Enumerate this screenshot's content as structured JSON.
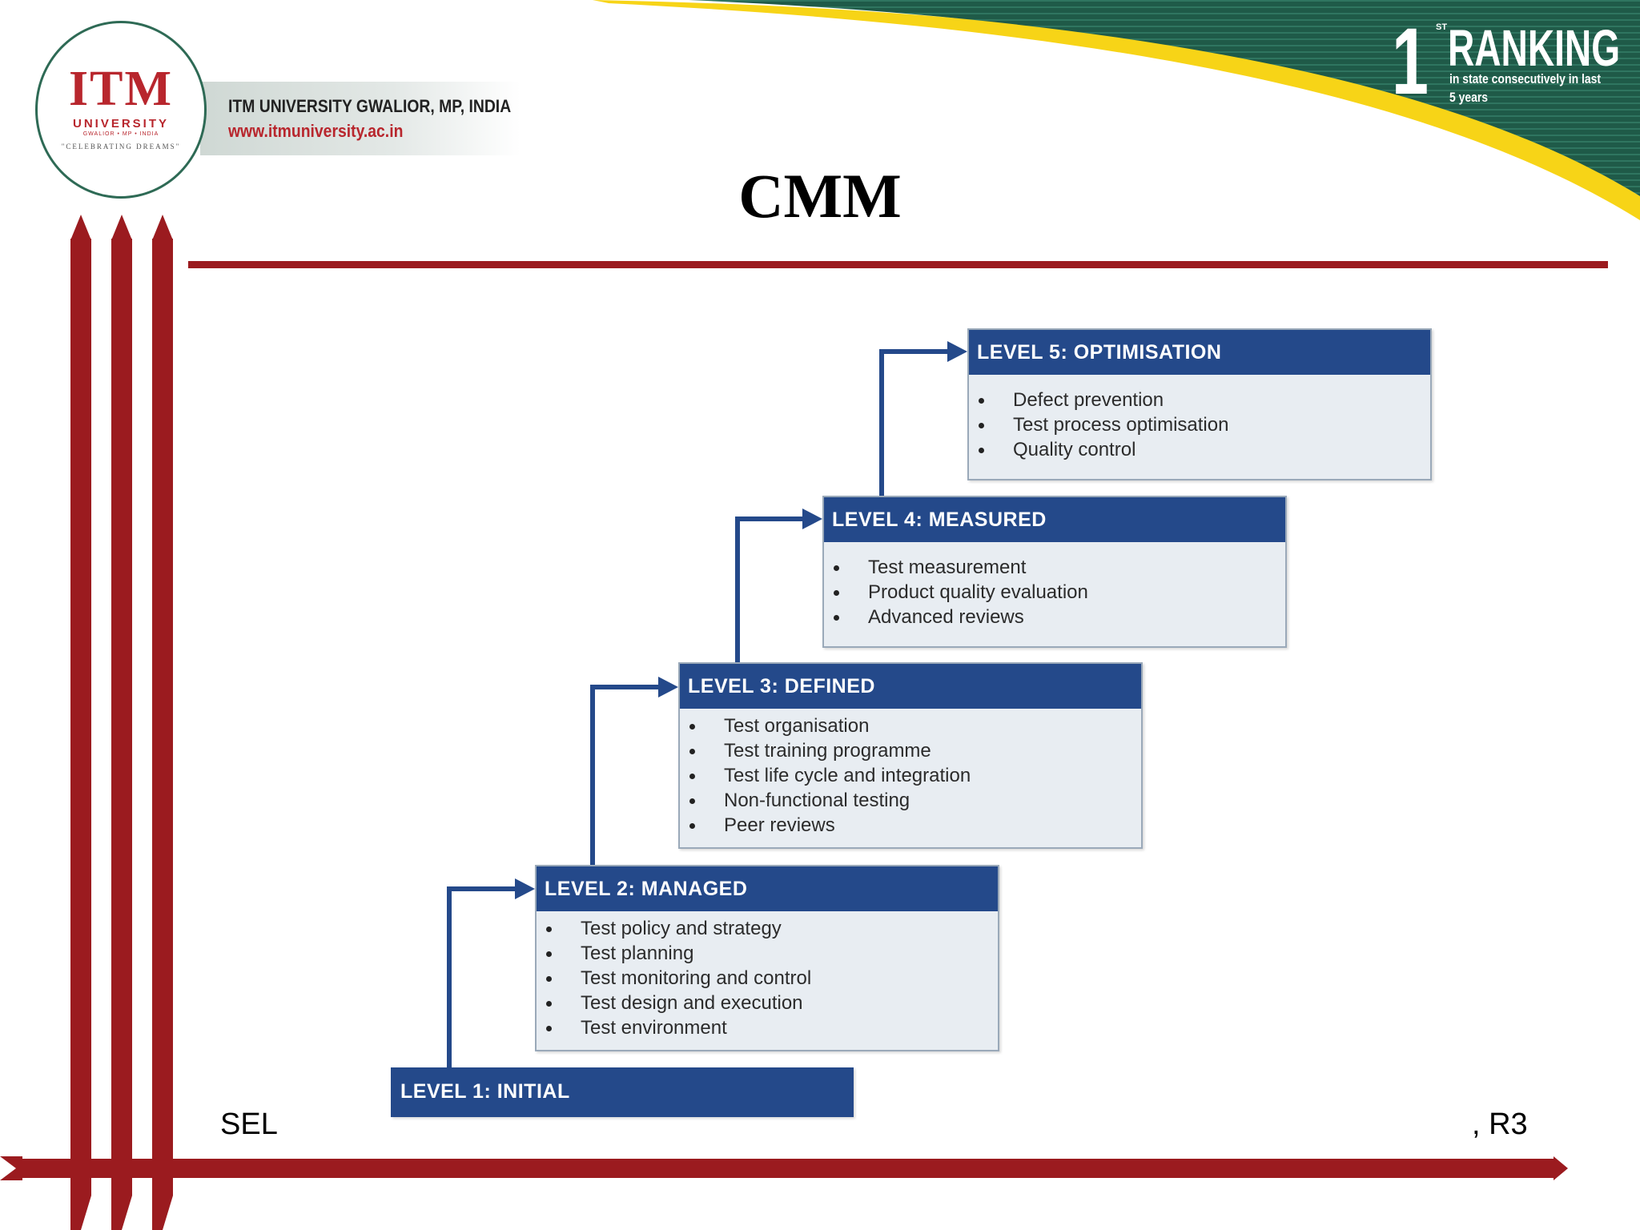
{
  "header": {
    "logo": {
      "wordmark": "ITM",
      "subtitle": "UNIVERSITY",
      "location": "GWALIOR • MP • INDIA",
      "tagline": "\"CELEBRATING DREAMS\""
    },
    "university_name": "ITM UNIVERSITY GWALIOR, MP, INDIA",
    "website": "www.itmuniversity.ac.in",
    "ranking": {
      "number": "1",
      "superscript": "ST",
      "word": "RANKING",
      "line1": "in state consecutively in last",
      "line2": "5 years"
    }
  },
  "title": "CMM",
  "diagram": {
    "levels": [
      {
        "title": "LEVEL 1: INITIAL",
        "items": []
      },
      {
        "title": "LEVEL 2: MANAGED",
        "items": [
          "Test policy and strategy",
          "Test planning",
          "Test monitoring and control",
          "Test design and execution",
          "Test environment"
        ]
      },
      {
        "title": "LEVEL 3: DEFINED",
        "items": [
          "Test organisation",
          "Test training programme",
          "Test life cycle and integration",
          "Non-functional testing",
          "Peer reviews"
        ]
      },
      {
        "title": "LEVEL 4: MEASURED",
        "items": [
          "Test measurement",
          "Product quality evaluation",
          "Advanced reviews"
        ]
      },
      {
        "title": "LEVEL 5: OPTIMISATION",
        "items": [
          "Defect prevention",
          "Test process optimisation",
          "Quality control"
        ]
      }
    ]
  },
  "footer": {
    "left": "SEL",
    "right": ", R3"
  },
  "colors": {
    "level_header": "#24498a",
    "level_body": "#e8edf2",
    "brand_red": "#9b1b1f",
    "brand_green": "#2e6a55",
    "ribbon_yellow": "#f7d417"
  }
}
